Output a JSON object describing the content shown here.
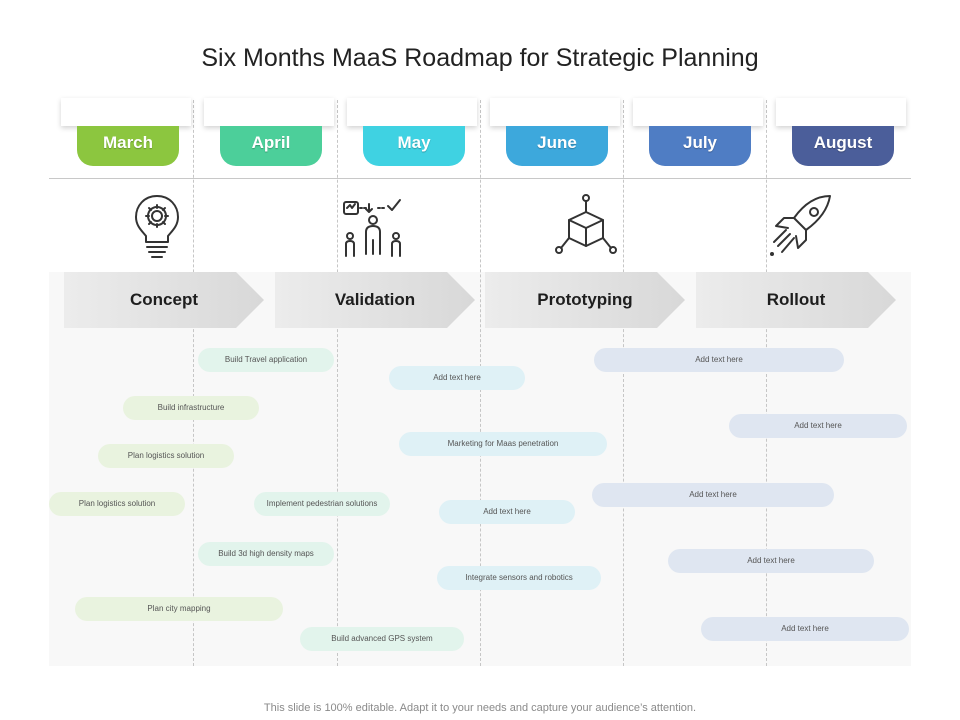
{
  "title": "Six Months MaaS Roadmap for Strategic Planning",
  "months": [
    {
      "label": "March",
      "color": "#8cc63f"
    },
    {
      "label": "April",
      "color": "#4ccf9a"
    },
    {
      "label": "May",
      "color": "#3fd2e2"
    },
    {
      "label": "June",
      "color": "#3da8dc"
    },
    {
      "label": "July",
      "color": "#4f7dc4"
    },
    {
      "label": "August",
      "color": "#4b5e9a"
    }
  ],
  "icons": [
    "lightbulb-gear-icon",
    "people-approval-icon",
    "cube-network-icon",
    "rocket-icon"
  ],
  "phases": [
    "Concept",
    "Validation",
    "Prototyping",
    "Rollout"
  ],
  "tasks": [
    "Build Travel application",
    "Build infrastructure",
    "Plan logistics solution",
    "Plan logistics solution",
    "Implement pedestrian solutions",
    "Build 3d high density maps",
    "Plan city mapping",
    "Build advanced GPS system",
    "Add text here",
    "Marketing for Maas penetration",
    "Add text here",
    "Integrate sensors and robotics",
    "Add text here",
    "Add text here",
    "Add text here",
    "Add text here",
    "Add text here"
  ],
  "footer": "This slide is 100% editable. Adapt it to your needs and capture your audience’s attention."
}
